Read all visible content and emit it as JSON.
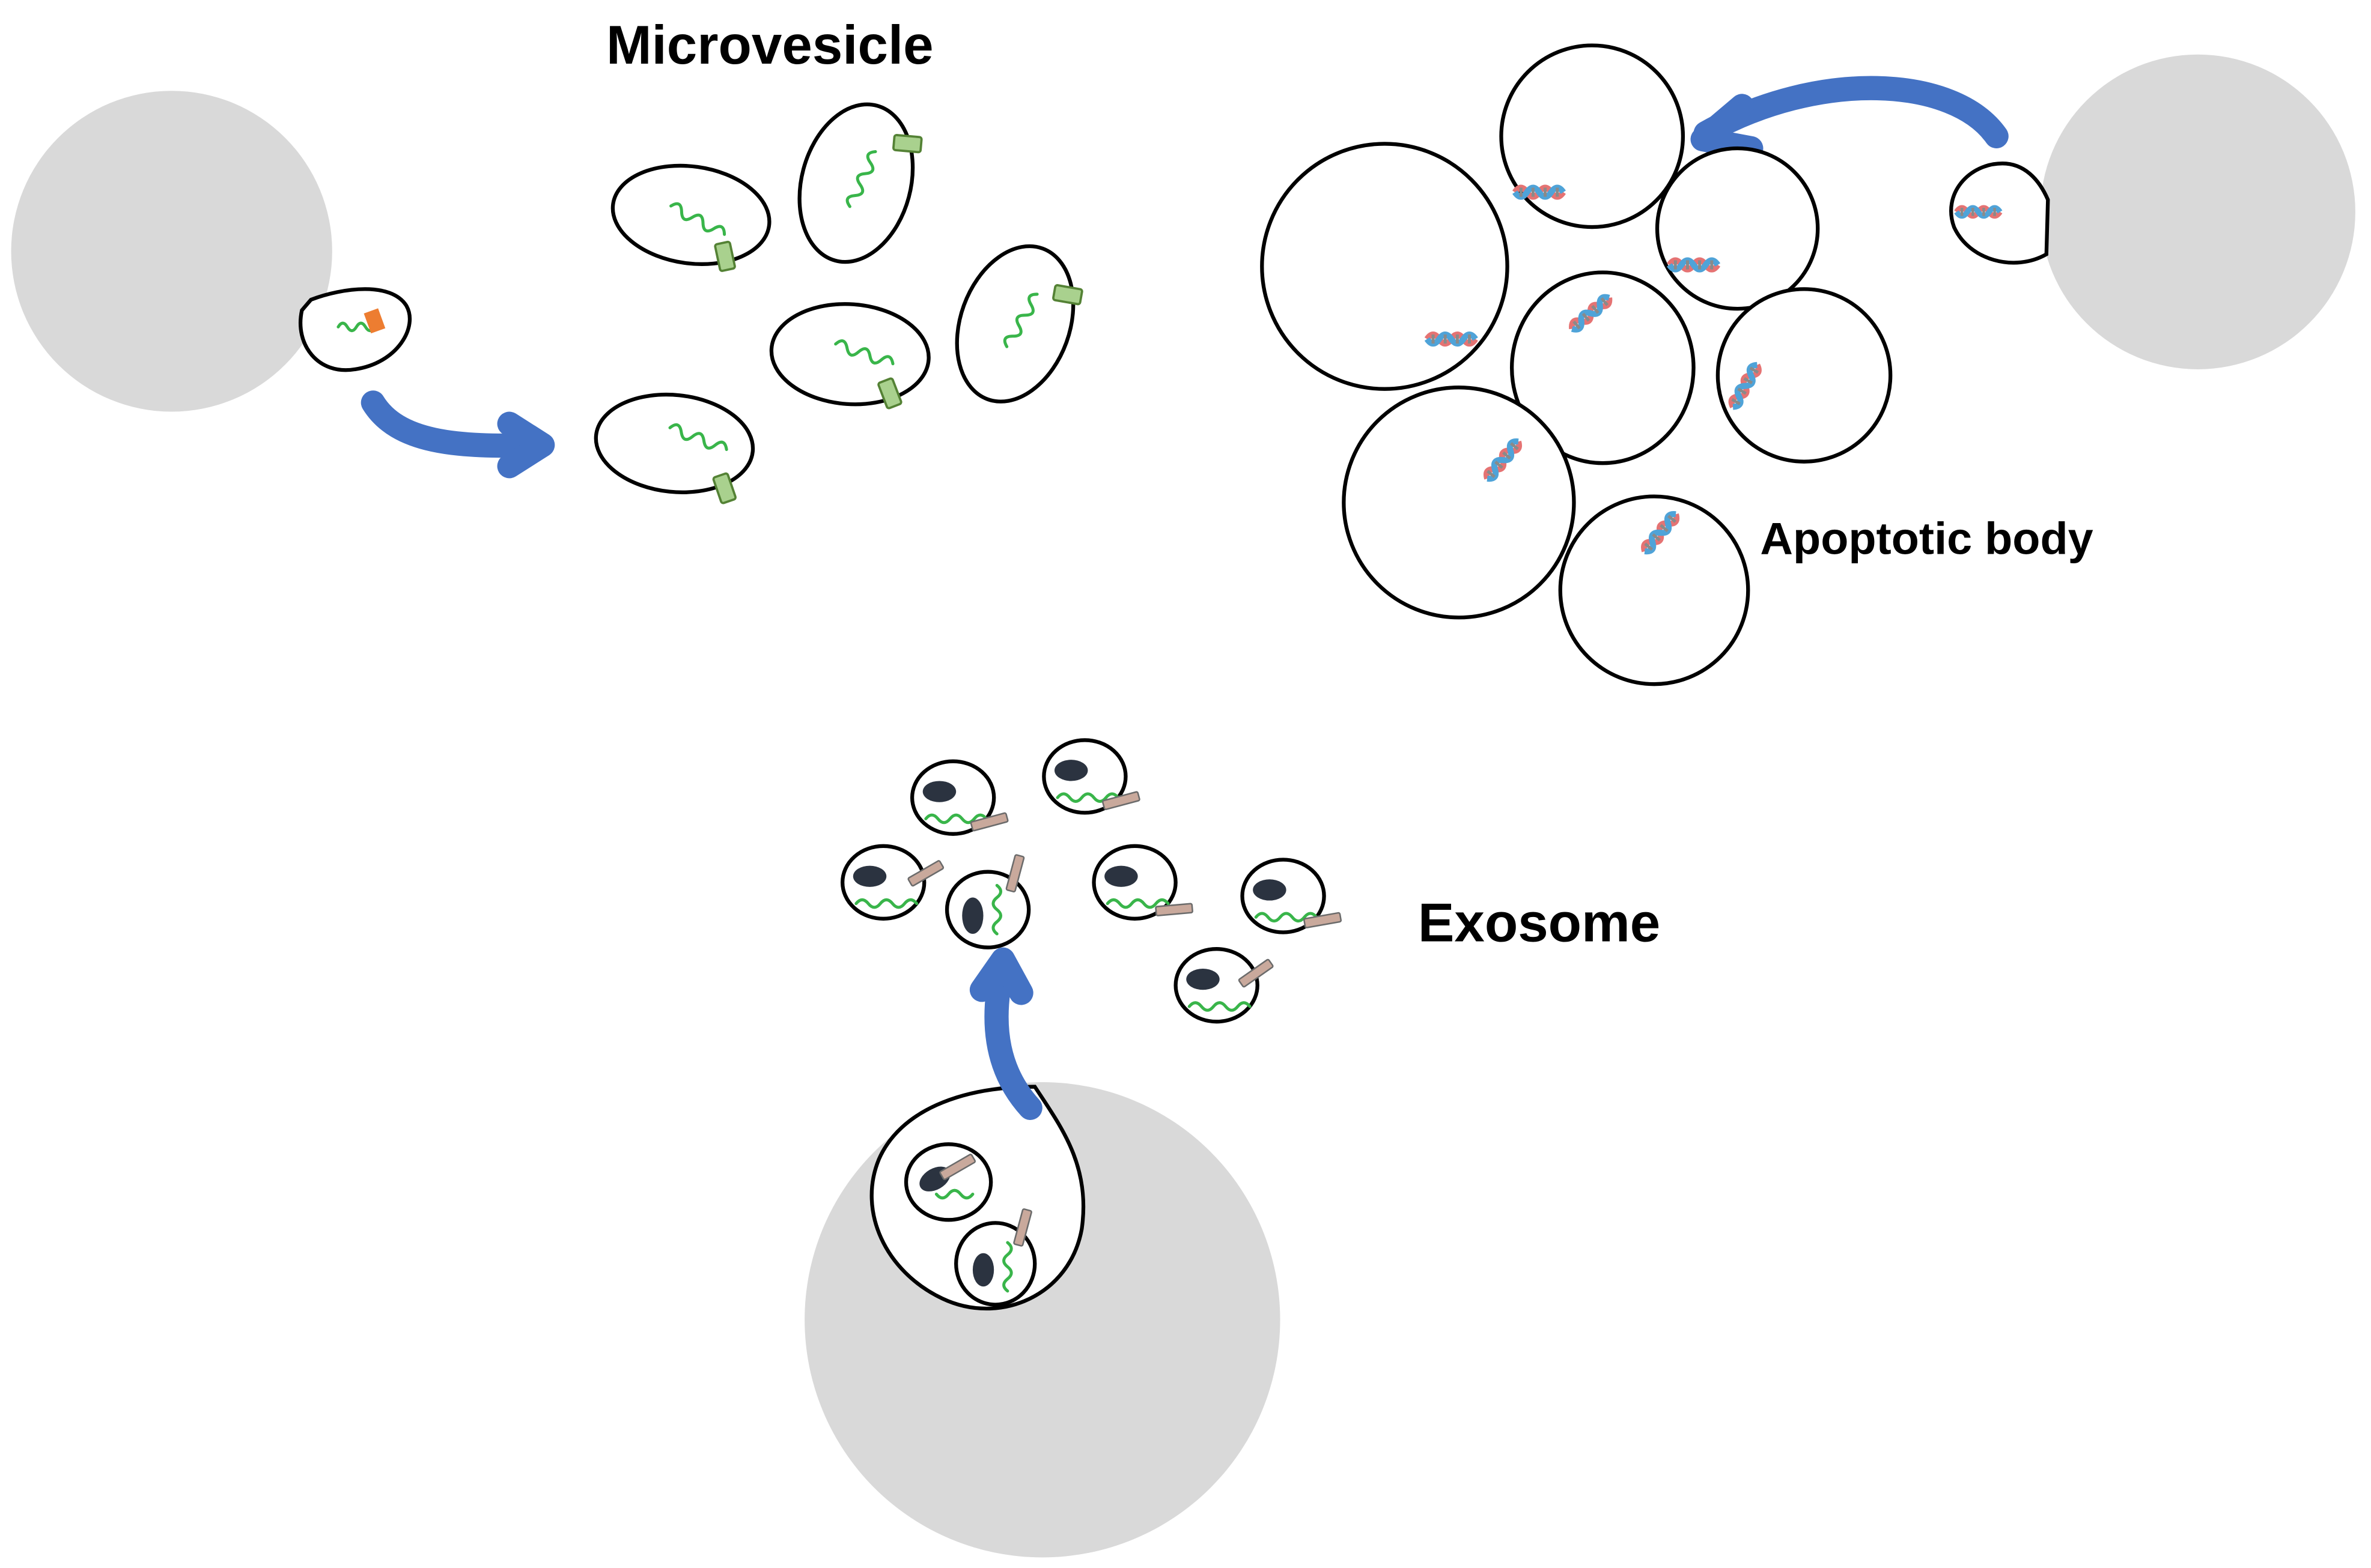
{
  "labels": {
    "microvesicle": "Microvesicle",
    "apoptotic_body": "Apoptotic body",
    "exosome": "Exosome"
  },
  "colors": {
    "cell_fill": "#d9d9d9",
    "arrow": "#4472c4",
    "rna": "#39b54a",
    "microvesicle_marker": "#a9d18e",
    "microvesicle_marker_stroke": "#548235",
    "budding_marker": "#ed7d31",
    "exosome_marker": "#c9a99c",
    "exosome_core": "#2b3340",
    "dna_strand_a": "#e57373",
    "dna_strand_b": "#4fa3d8"
  }
}
